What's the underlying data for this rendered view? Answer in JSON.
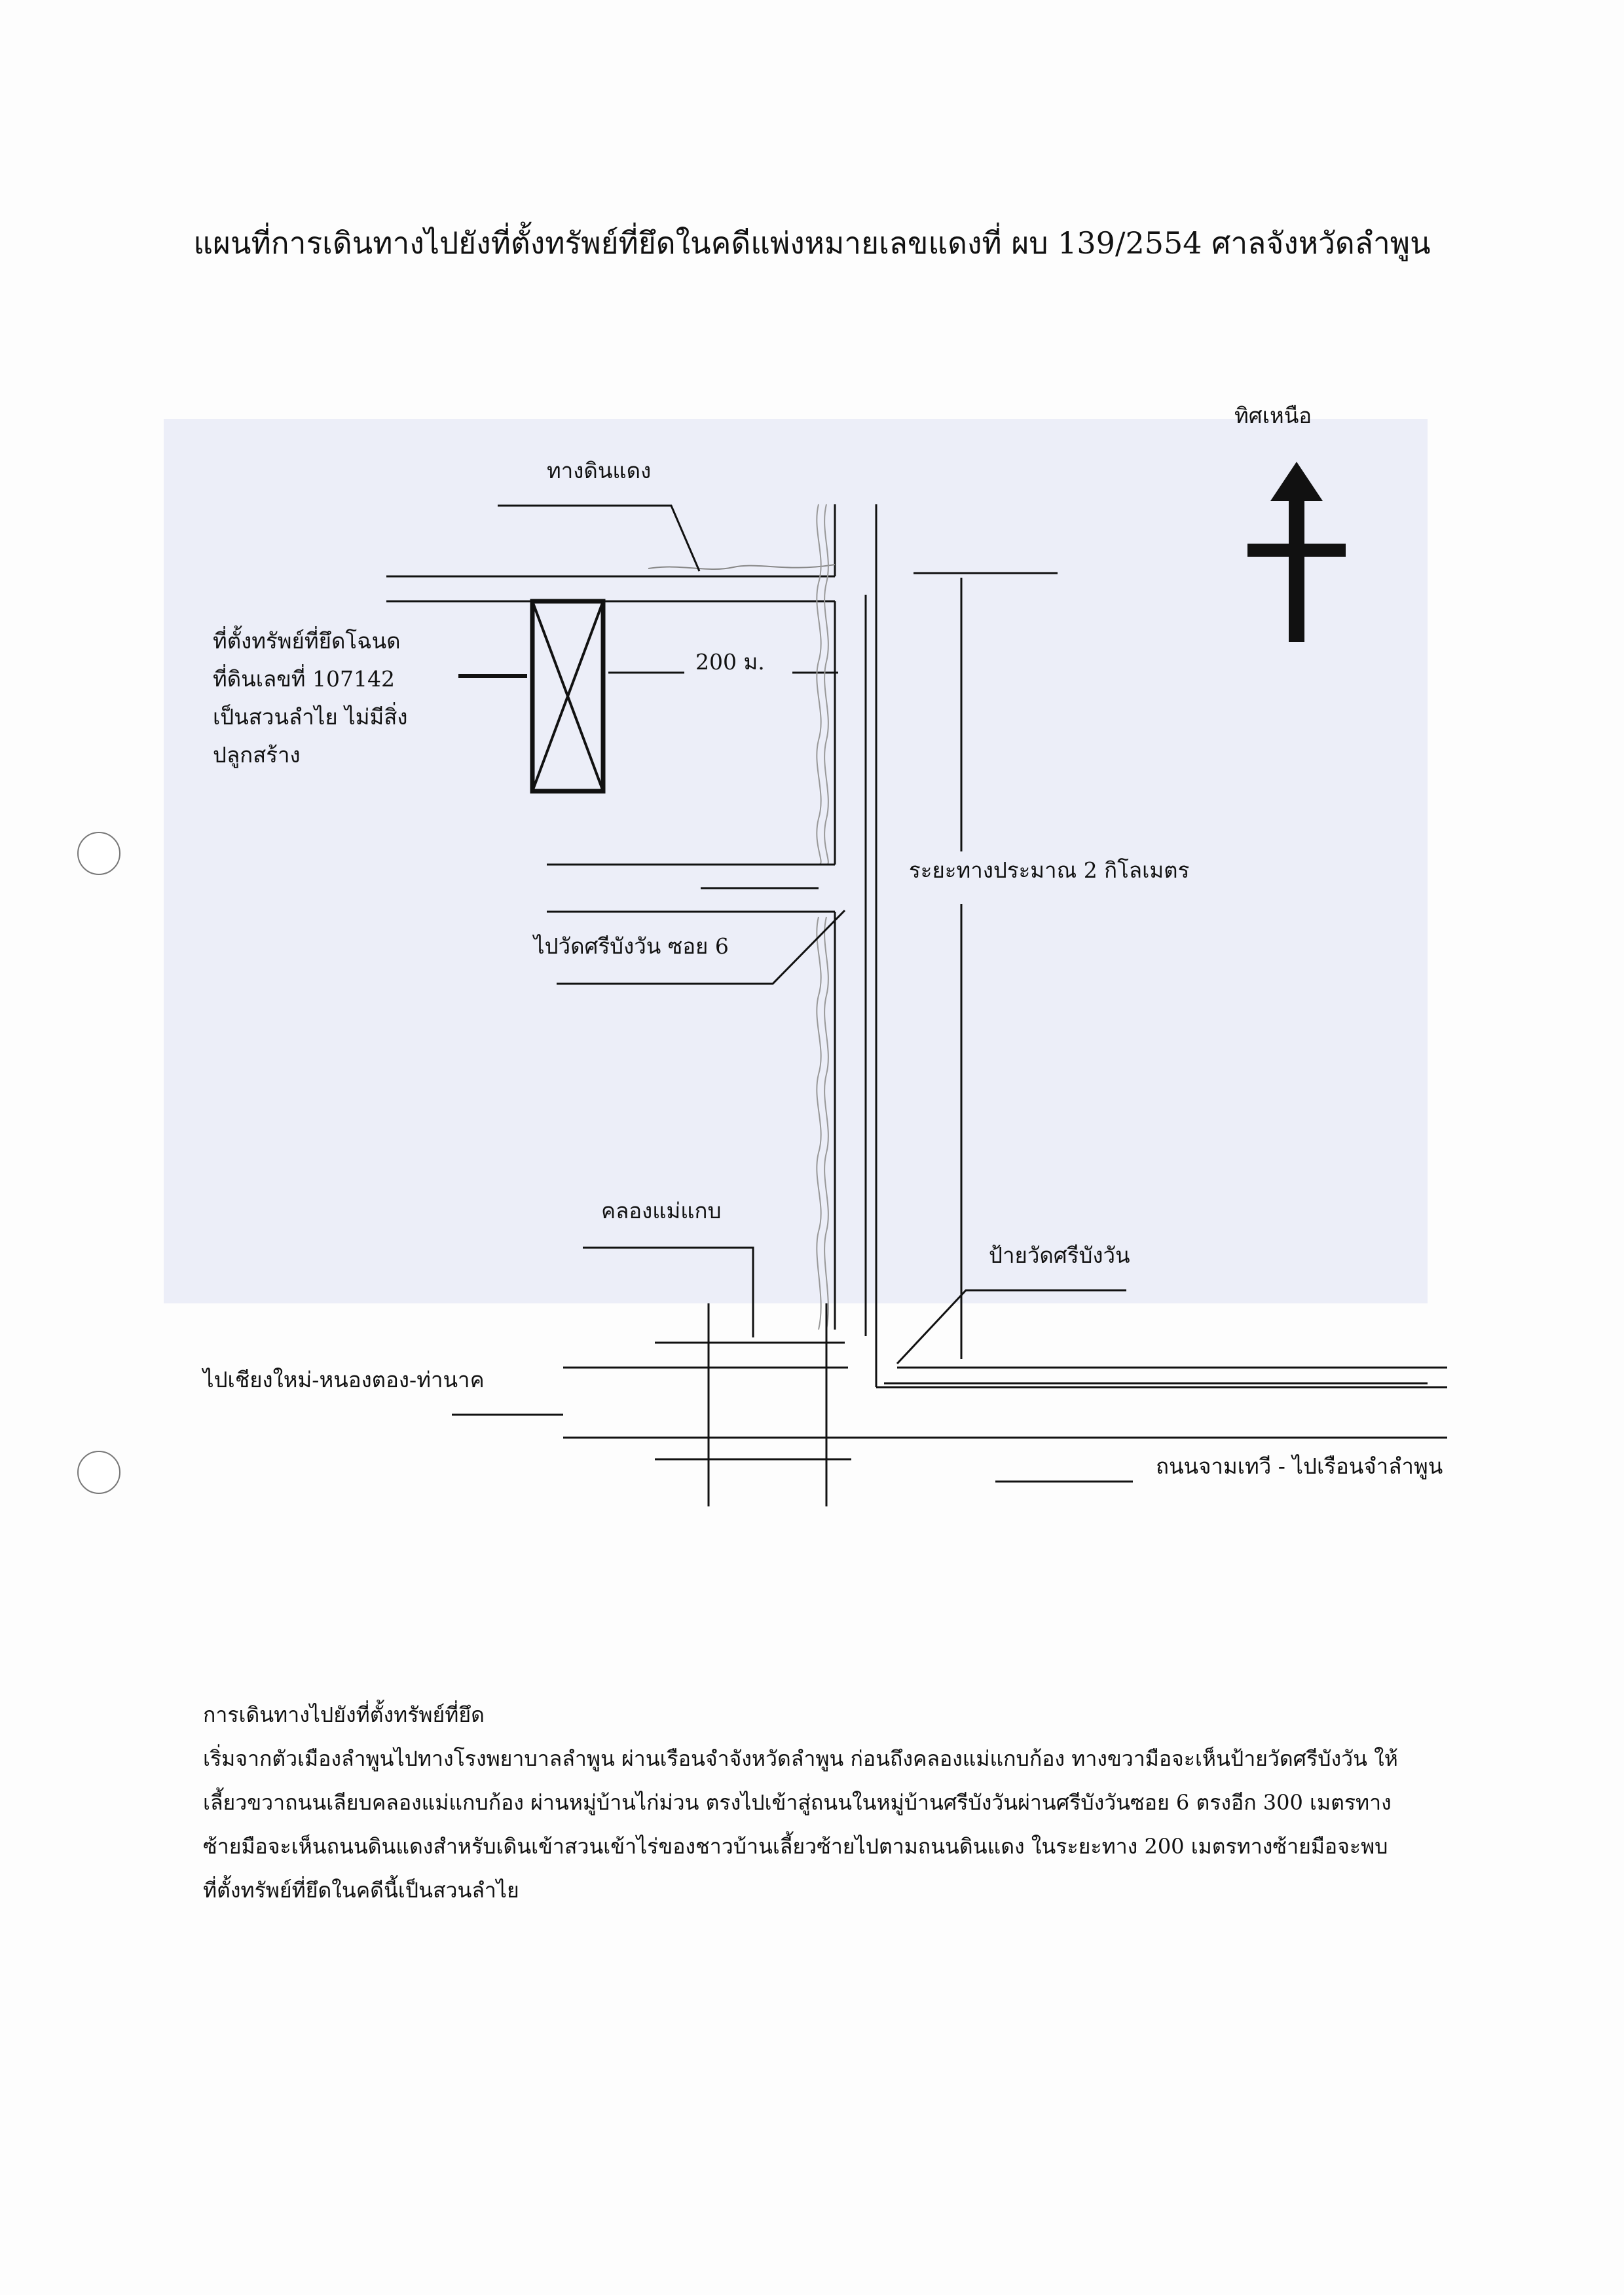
{
  "title": "แผนที่การเดินทางไปยังที่ตั้งทรัพย์ที่ยึดในคดีแพ่งหมายเลขแดงที่  ผบ 139/2554 ศาลจังหวัดลำพูน",
  "map": {
    "north_label": "ทิศเหนือ",
    "dirt_road_label": "ทางดินแดง",
    "property_note": [
      "ที่ตั้งทรัพย์ที่ยึดโฉนด",
      "ที่ดินเลขที่ 107142",
      "เป็นสวนลำไย  ไม่มีสิ่ง",
      "ปลูกสร้าง"
    ],
    "distance_200": "200  ม.",
    "soi_label": "ไปวัดศรีบังวัน  ซอย 6",
    "distance_2km": "ระยะทางประมาณ 2  กิโลเมตร",
    "canal_label": "คลองแม่แกบ",
    "temple_sign_label": "ป้ายวัดศรีบังวัน",
    "west_label": "ไปเชียงใหม่-หนองตอง-ท่านาค",
    "east_label": "ถนนจามเทวี  -  ไปเรือนจำลำพูน"
  },
  "directions": {
    "heading": "การเดินทางไปยังที่ตั้งทรัพย์ที่ยึด",
    "lines": [
      "เริ่มจากตัวเมืองลำพูนไปทางโรงพยาบาลลำพูน ผ่านเรือนจำจังหวัดลำพูน ก่อนถึงคลองแม่แกบก้อง ทางขวามือจะเห็นป้ายวัดศรีบังวัน ให้",
      "เลี้ยวขวาถนนเลียบคลองแม่แกบก้อง ผ่านหมู่บ้านไก่ม่วน  ตรงไปเข้าสู่ถนนในหมู่บ้านศรีบังวันผ่านศรีบังวันซอย 6  ตรงอีก 300  เมตรทาง",
      "ซ้ายมือจะเห็นถนนดินแดงสำหรับเดินเข้าสวนเข้าไร่ของชาวบ้านเลี้ยวซ้ายไปตามถนนดินแดง  ในระยะทาง  200  เมตรทางซ้ายมือจะพบ",
      "ที่ตั้งทรัพย์ที่ยึดในคดีนี้เป็นสวนลำไย"
    ]
  }
}
